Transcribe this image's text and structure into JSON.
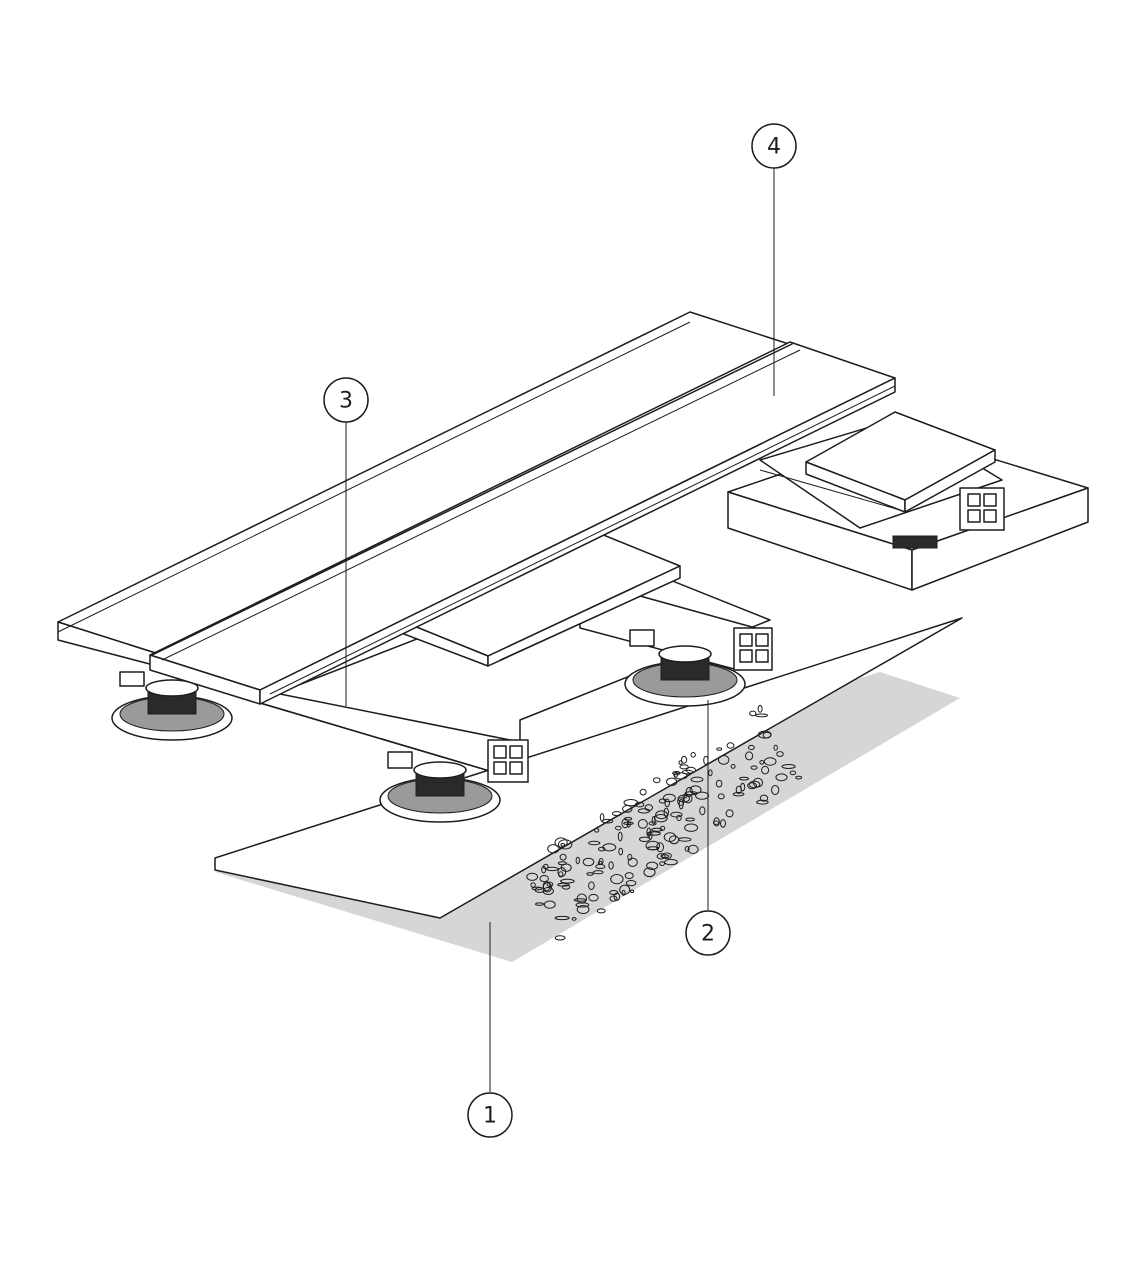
{
  "callouts": [
    {
      "id": "1",
      "label": "1"
    },
    {
      "id": "2",
      "label": "2"
    },
    {
      "id": "3",
      "label": "3"
    },
    {
      "id": "4",
      "label": "4"
    }
  ],
  "colors": {
    "line": "#1d1d1b",
    "ground_shadow": "#d6d6d6",
    "background": "#ffffff"
  }
}
